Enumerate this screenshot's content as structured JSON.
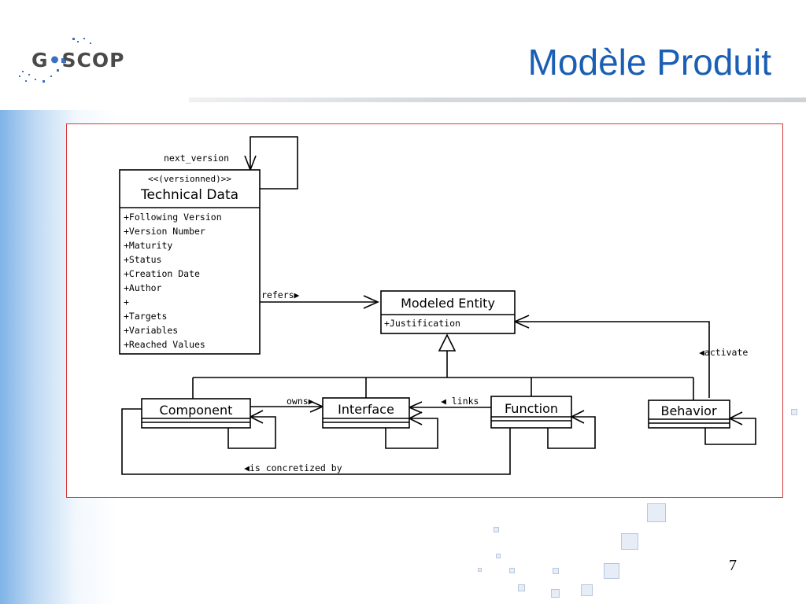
{
  "slide": {
    "title": "Modèle Produit",
    "page_number": "7"
  },
  "logo": {
    "text_left": "G",
    "text_right": "SCOP"
  },
  "diagram": {
    "technical_data": {
      "stereotype": "<<(versionned)>>",
      "name": "Technical Data",
      "attributes": [
        "+Following Version",
        "+Version Number",
        "+Maturity",
        "+Status",
        "+Creation Date",
        "+Author",
        "+",
        "+Targets",
        "+Variables",
        "+Reached Values"
      ]
    },
    "modeled_entity": {
      "name": "Modeled Entity",
      "attributes": [
        "+Justification"
      ]
    },
    "component": {
      "name": "Component"
    },
    "interface": {
      "name": "Interface"
    },
    "function": {
      "name": "Function"
    },
    "behavior": {
      "name": "Behavior"
    },
    "labels": {
      "next_version": "next_version",
      "refers": "refers▶",
      "activate": "◀activate",
      "owns": "owns▶",
      "links": "◀ links",
      "concretized": "◀is concretized by"
    }
  }
}
